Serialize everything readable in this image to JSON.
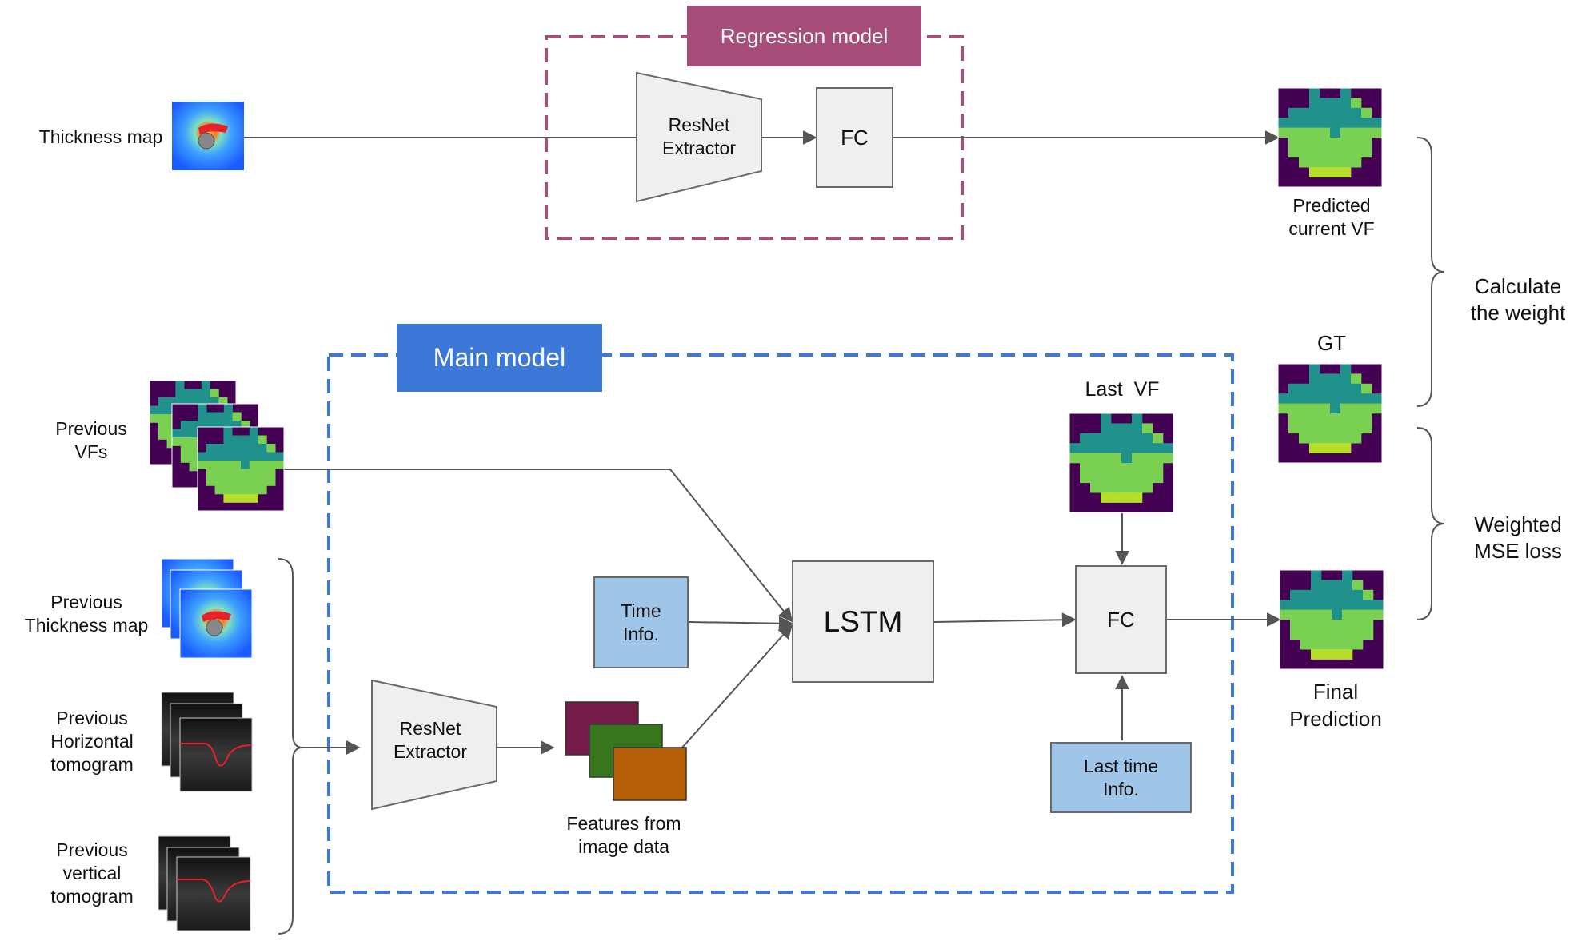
{
  "regression_model": {
    "title": "Regression model",
    "extractor_label": "ResNet\nExtractor",
    "fc_label": "FC"
  },
  "main_model": {
    "title": "Main model",
    "extractor_label": "ResNet\nExtractor",
    "lstm_label": "LSTM",
    "fc_label": "FC",
    "time_info_label": "Time\nInfo.",
    "last_time_info_label": "Last time\nInfo.",
    "features_label": "Features from\nimage data",
    "last_vf_label": "Last  VF"
  },
  "inputs": {
    "thickness_map": "Thickness map",
    "previous_vfs": "Previous\nVFs",
    "previous_thickness_map": "Previous\nThickness map",
    "previous_horizontal_tomogram": "Previous\nHorizontal\ntomogram",
    "previous_vertical_tomogram": "Previous\nvertical\ntomogram"
  },
  "outputs": {
    "predicted_current_vf": "Predicted\ncurrent VF",
    "gt": "GT",
    "final_prediction": "Final\nPrediction",
    "calculate_weight": "Calculate\nthe weight",
    "weighted_mse_loss": "Weighted\nMSE loss"
  },
  "colors": {
    "regression_accent": "#a64d79",
    "main_accent": "#3c78d8",
    "box_fill": "#efefef",
    "info_fill": "#9fc5e8",
    "feature_1": "#741b47",
    "feature_2": "#38761d",
    "feature_3": "#b45f06",
    "vf_dark": "#440154",
    "vf_mid": "#21918c",
    "vf_light": "#7ad151",
    "vf_bright": "#b5de2b"
  }
}
